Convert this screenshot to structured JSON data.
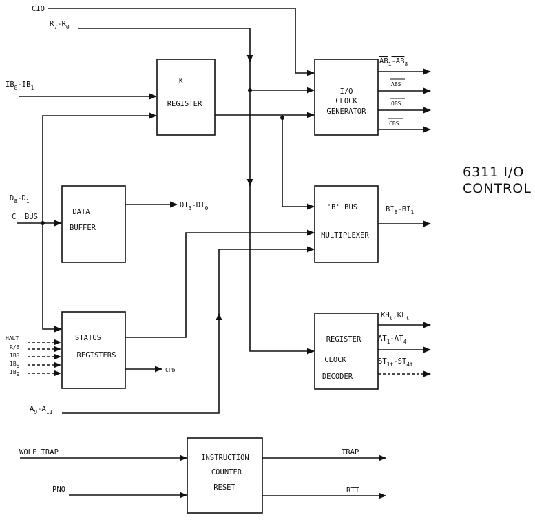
{
  "diagram": {
    "title_lines": [
      "6311 I/O",
      "CONTROL"
    ],
    "blocks": {
      "k_register": [
        "K",
        "REGISTER"
      ],
      "data_buffer": [
        "DATA",
        "BUFFER"
      ],
      "status_registers": [
        "STATUS",
        "REGISTERS"
      ],
      "io_clock_generator": [
        "I/O",
        "CLOCK",
        "GENERATOR"
      ],
      "b_bus_multiplexer": [
        "'B' BUS",
        "MULTIPLEXER"
      ],
      "register_clock_decoder": [
        "REGISTER",
        "CLOCK",
        "DECODER"
      ],
      "instruction_counter_reset": [
        "INSTRUCTION",
        "COUNTER",
        "RESET"
      ]
    },
    "inputs": {
      "cio": "CIO",
      "r_bus": {
        "a": "R",
        "a_sub": "7",
        "sep": "-R",
        "b_sub": "0"
      },
      "ib_bus": {
        "a": "IB",
        "a_sub": "8",
        "sep": "-IB",
        "b_sub": "1"
      },
      "d_bus": {
        "a": "D",
        "a_sub": "8",
        "sep": "-D",
        "b_sub": "1"
      },
      "c_bus": "C  BUS",
      "halt": "HALT",
      "rb": "R/B",
      "ibs": "IBS",
      "ib5": {
        "a": "IB",
        "a_sub": "5"
      },
      "ib9": {
        "a": "IB",
        "a_sub": "9"
      },
      "a_bus": {
        "a": "A",
        "a_sub": "9",
        "sep": "-A",
        "b_sub": "11"
      },
      "wolf_trap": "WOLF TRAP",
      "pno": "PNO"
    },
    "outputs": {
      "ab_bus": {
        "a": "AB",
        "a_sub": "1",
        "sep": "-AB",
        "b_sub": "8"
      },
      "abs": "ABS",
      "obs": "OBS",
      "cbs": "CBS",
      "di_bus": {
        "a": "DI",
        "a_sub": "3",
        "sep": "-DI",
        "b_sub": "0"
      },
      "bi_bus": {
        "a": "BI",
        "a_sub": "8",
        "sep": "-BI",
        "b_sub": "1"
      },
      "khkl": {
        "a": "KH",
        "a_sub": "t",
        "sep": ",KL",
        "b_sub": "t"
      },
      "at_bus": {
        "a": "AT",
        "a_sub": "1",
        "sep": "-AT",
        "b_sub": "4"
      },
      "st_bus": {
        "a": "ST",
        "a_sub": "1t",
        "sep": "-ST",
        "b_sub": "4t"
      },
      "cpb": "CPb",
      "trap": "TRAP",
      "rtt": "RTT"
    }
  }
}
